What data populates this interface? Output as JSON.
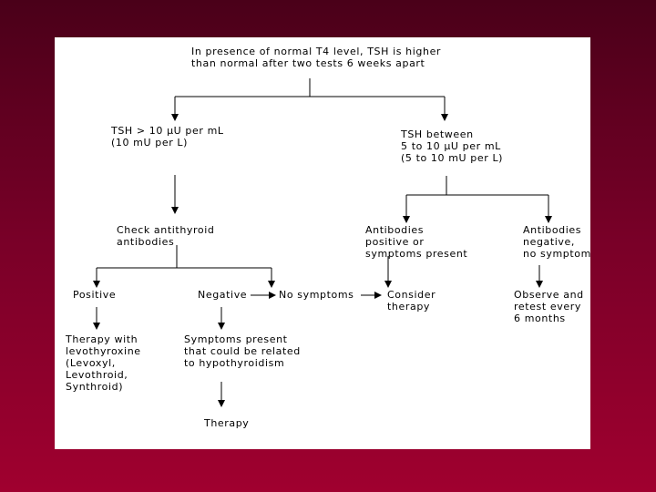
{
  "flowchart": {
    "root": "In presence of normal T4 level, TSH is higher\nthan normal after two tests 6 weeks apart",
    "tsh_high": "TSH > 10 µU per mL\n(10 mU per L)",
    "tsh_between": "TSH between\n5 to 10 µU per mL\n(5 to 10 mU per L)",
    "check_antibodies": "Check antithyroid\nantibodies",
    "antibodies_positive": "Antibodies\npositive or\nsymptoms present",
    "antibodies_negative": "Antibodies\nnegative,\nno symptoms",
    "positive": "Positive",
    "negative": "Negative",
    "no_symptoms": "No symptoms",
    "consider_therapy": "Consider\ntherapy",
    "observe_retest": "Observe and\nretest every\n6 months",
    "therapy_levothyroxine": "Therapy with\nlevothyroxine\n(Levoxyl,\nLevothroid,\nSynthroid)",
    "symptoms_present": "Symptoms present\nthat could be related\nto hypothyroidism",
    "therapy": "Therapy"
  }
}
